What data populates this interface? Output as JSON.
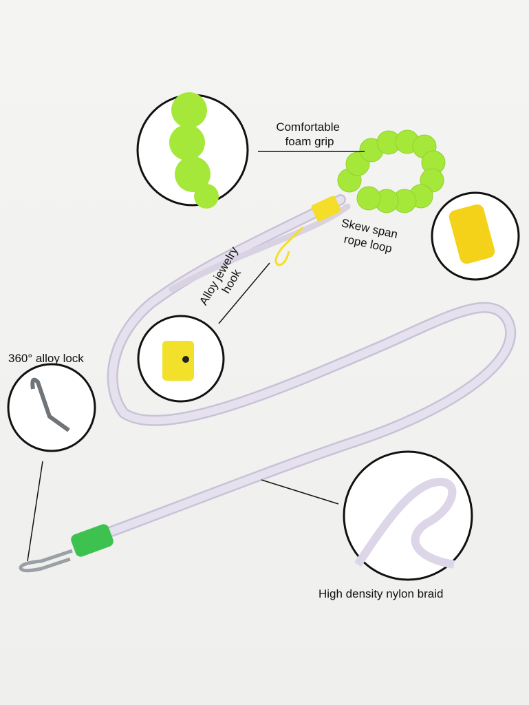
{
  "labels": {
    "foam_grip_line1": "Comfortable",
    "foam_grip_line2": "foam grip",
    "skew_line1": "Skew span",
    "skew_line2": "rope loop",
    "hook_line1": "Alloy jewelry",
    "hook_line2": "hook",
    "lock": "360° alloy lock",
    "braid": "High density nylon braid"
  },
  "colors": {
    "grip": "#a6e83a",
    "connector": "#f4de2a",
    "rope": "#dcd6e6",
    "sleeve": "#3ec24f"
  }
}
